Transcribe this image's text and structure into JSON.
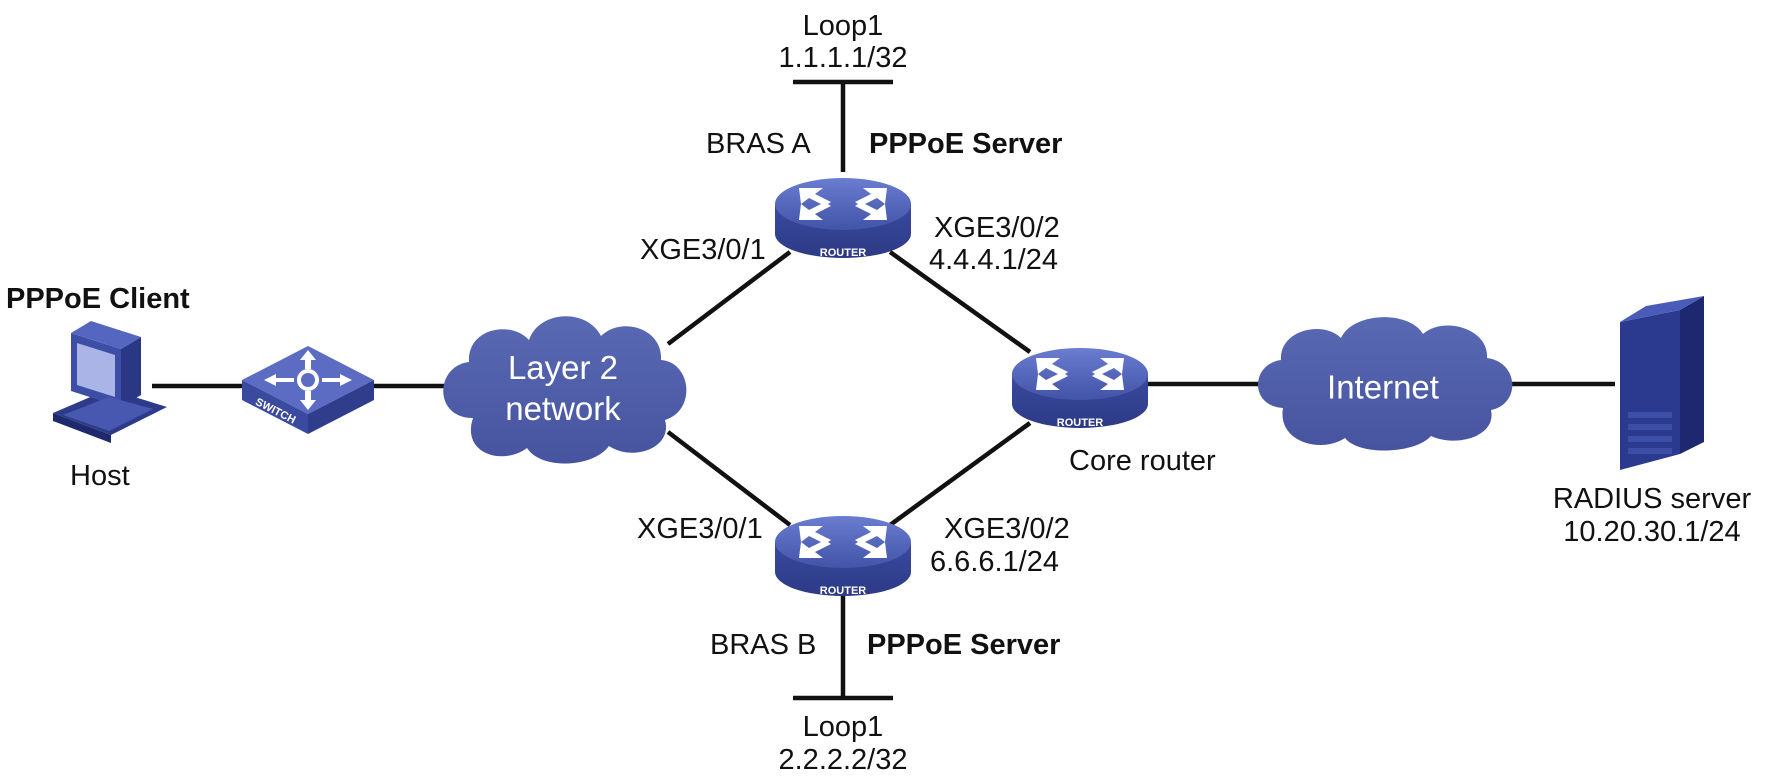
{
  "loop_a": {
    "name": "Loop1",
    "ip": "1.1.1.1/32"
  },
  "loop_b": {
    "name": "Loop1",
    "ip": "2.2.2.2/32"
  },
  "bras_a": {
    "name": "BRAS A",
    "role": "PPPoE Server",
    "if1": "XGE3/0/1",
    "if2": "XGE3/0/2",
    "if2_ip": "4.4.4.1/24",
    "tag": "ROUTER"
  },
  "bras_b": {
    "name": "BRAS B",
    "role": "PPPoE Server",
    "if1": "XGE3/0/1",
    "if2": "XGE3/0/2",
    "if2_ip": "6.6.6.1/24",
    "tag": "ROUTER"
  },
  "client": {
    "role": "PPPoE Client",
    "name": "Host"
  },
  "switch": {
    "tag": "SWITCH"
  },
  "layer2": {
    "line1": "Layer 2",
    "line2": "network"
  },
  "core": {
    "name": "Core router",
    "tag": "ROUTER"
  },
  "internet": {
    "name": "Internet"
  },
  "radius": {
    "name": "RADIUS server",
    "ip": "10.20.30.1/24"
  },
  "colors": {
    "device": "#4a5cb3",
    "cloud": "#4f5ea8",
    "link": "#111111"
  }
}
